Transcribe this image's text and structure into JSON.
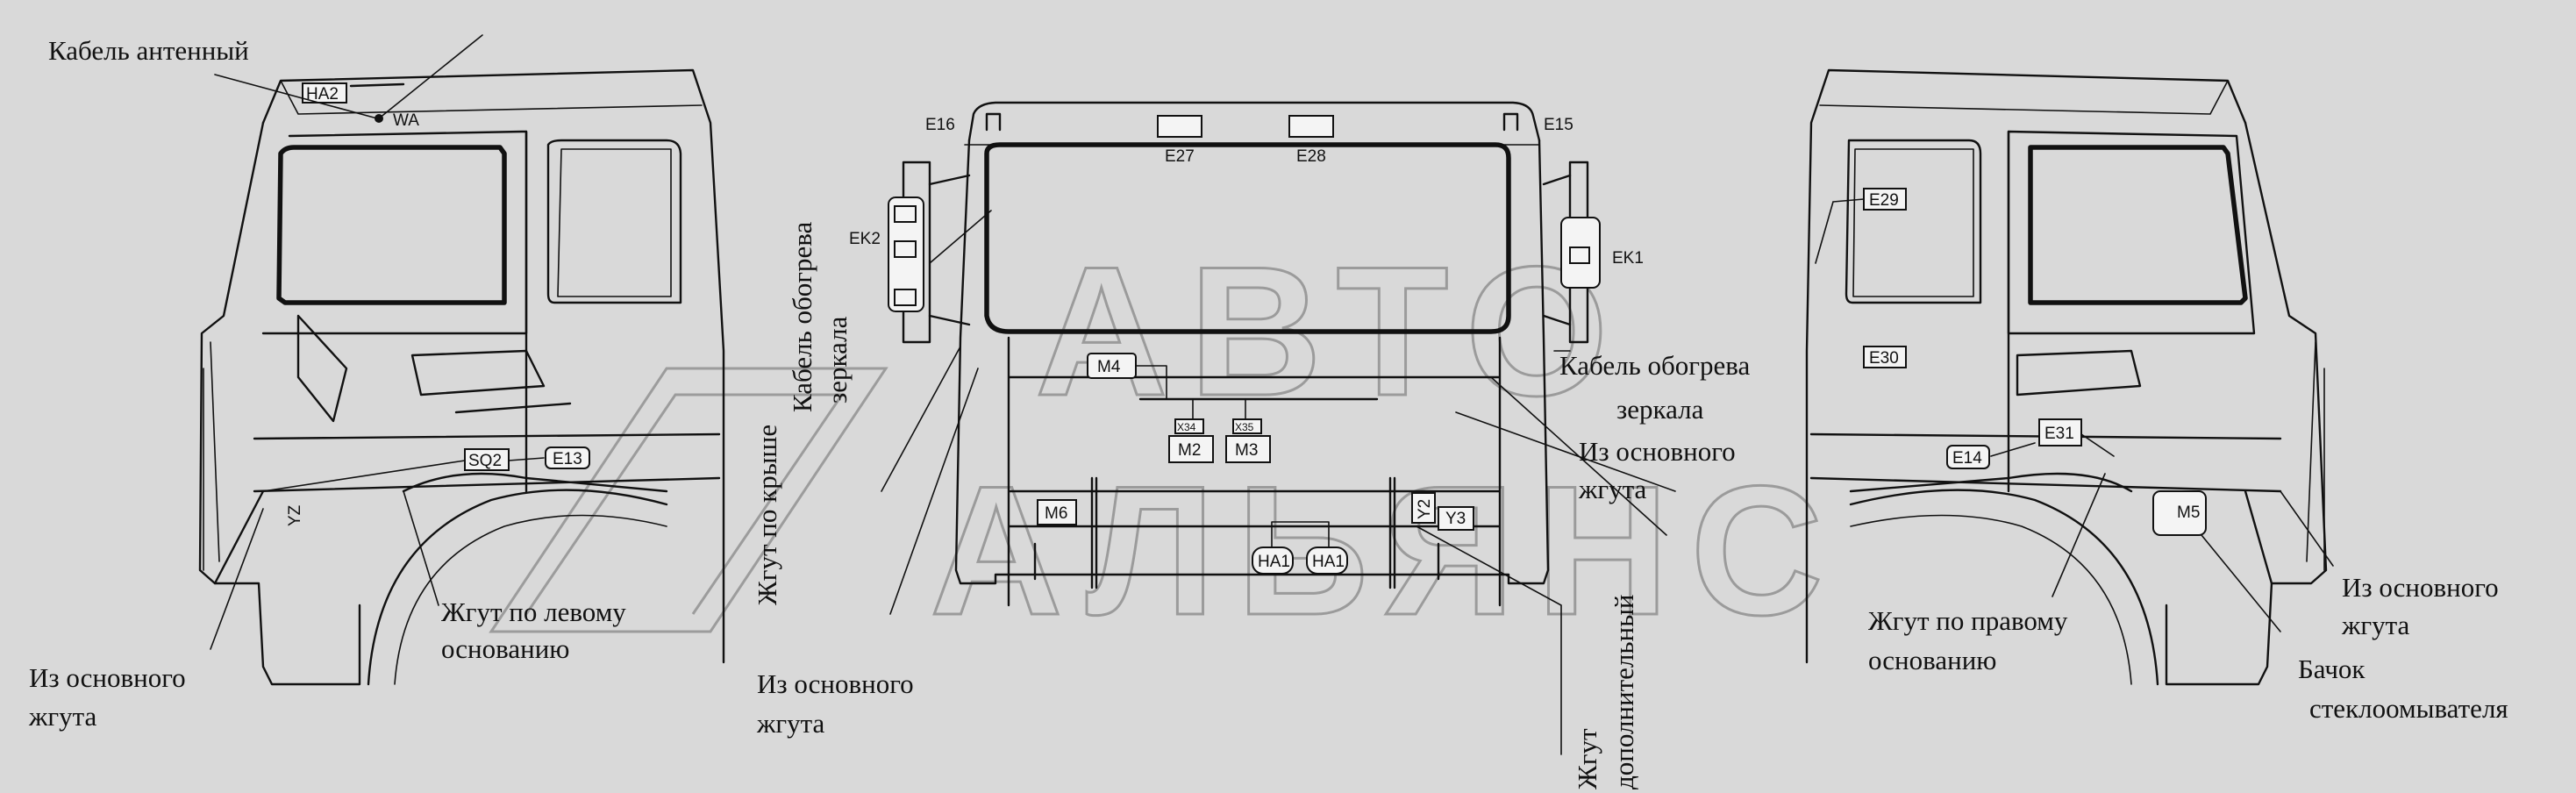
{
  "watermark": {
    "line1": "АВТО",
    "line2": "АЛЬЯНС"
  },
  "labels": {
    "cable_antenna": "Кабель антенный",
    "from_main_left": [
      "Из основного",
      "жгута"
    ],
    "harness_left_base": [
      "Жгут по левому",
      "основанию"
    ],
    "harness_roof": "Жгут по крыше",
    "mirror_cable_vertical": [
      "Кабель обогрева",
      "зеркала"
    ],
    "from_main_center": [
      "Из основного",
      "жгута"
    ],
    "mirror_cable_right": [
      "Кабель обогрева",
      "зеркала"
    ],
    "from_main_right_center": [
      "Из основного",
      "жгута"
    ],
    "harness_additional": [
      "Жгут",
      "дополнительный"
    ],
    "harness_right_base": [
      "Жгут по правому",
      "основанию"
    ],
    "from_main_far_right": [
      "Из основного",
      "жгута"
    ],
    "washer_tank": [
      "Бачок",
      "стеклоомывателя"
    ]
  },
  "codes": {
    "ha2": "HA2",
    "wa": "WA",
    "sq2": "SQ2",
    "e13": "E13",
    "yz": "YZ",
    "e16": "E16",
    "e15": "E15",
    "e27": "E27",
    "e28": "E28",
    "ek2": "EK2",
    "ek1": "EK1",
    "m4": "M4",
    "m2": "M2",
    "m3": "M3",
    "x34": "X34",
    "x35": "X35",
    "m6": "M6",
    "ha1a": "HA1",
    "ha1b": "HA1",
    "y2": "Y2",
    "y3": "Y3",
    "e29": "E29",
    "e30": "E30",
    "e14": "E14",
    "e31": "E31",
    "m5": "M5"
  }
}
